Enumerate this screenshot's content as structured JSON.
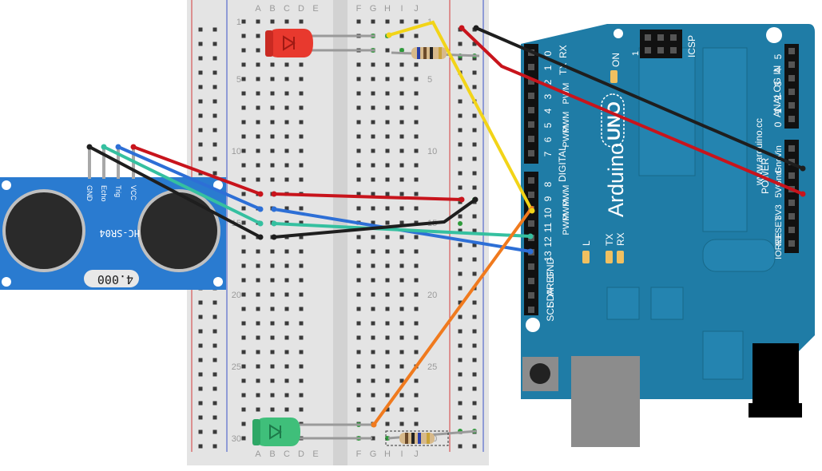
{
  "breadboard": {
    "columns_left": [
      "A",
      "B",
      "C",
      "D",
      "E"
    ],
    "columns_right": [
      "F",
      "G",
      "H",
      "I",
      "J"
    ],
    "row_numbers": [
      "1",
      "5",
      "10",
      "15",
      "20",
      "25",
      "30"
    ]
  },
  "sensor": {
    "model_label": "HC-SR04",
    "crystal_label": "4.000",
    "pins": [
      "GND",
      "Echo",
      "Trig",
      "VCC"
    ]
  },
  "arduino": {
    "brand": "Arduino",
    "model": "UNO",
    "url": "www.arduino.cc",
    "icsp": "ICSP",
    "icsp_pin1": "1",
    "on_label": "ON",
    "digital_label": "DIGITAL",
    "analog_label": "ANALOG IN",
    "power_label": "POWER",
    "pwm": "PWM",
    "rx_top": "RX",
    "tx_top": "TX",
    "led_l": "L",
    "led_tx": "TX",
    "led_rx": "RX",
    "digital_pins_top": [
      "0",
      "1",
      "2",
      "3",
      "4",
      "5",
      "6",
      "7"
    ],
    "digital_pins_bottom": [
      "8",
      "9",
      "10",
      "11",
      "12",
      "13"
    ],
    "header_left_labels": [
      "GND",
      "AREF",
      "SDA",
      "SCL"
    ],
    "analog_pins": [
      "0",
      "1",
      "2",
      "3",
      "4",
      "5"
    ],
    "power_pins": [
      "Vin",
      "Gnd",
      "Gnd",
      "5V",
      "3V3",
      "RESET",
      "IOREF"
    ]
  },
  "wire_colors": {
    "red": "#c8141c",
    "black": "#1e1e1e",
    "blue": "#2d6fd6",
    "teal": "#35c0a0",
    "yellow": "#f2d418",
    "orange": "#f07a1e",
    "gray": "#9a9a9a"
  },
  "component_colors": {
    "led_red": "#e8392e",
    "led_green": "#3fbf7a",
    "board_blue": "#1f7ca6",
    "sensor_blue": "#2a7bd0",
    "breadboard": "#e6e6e6"
  }
}
